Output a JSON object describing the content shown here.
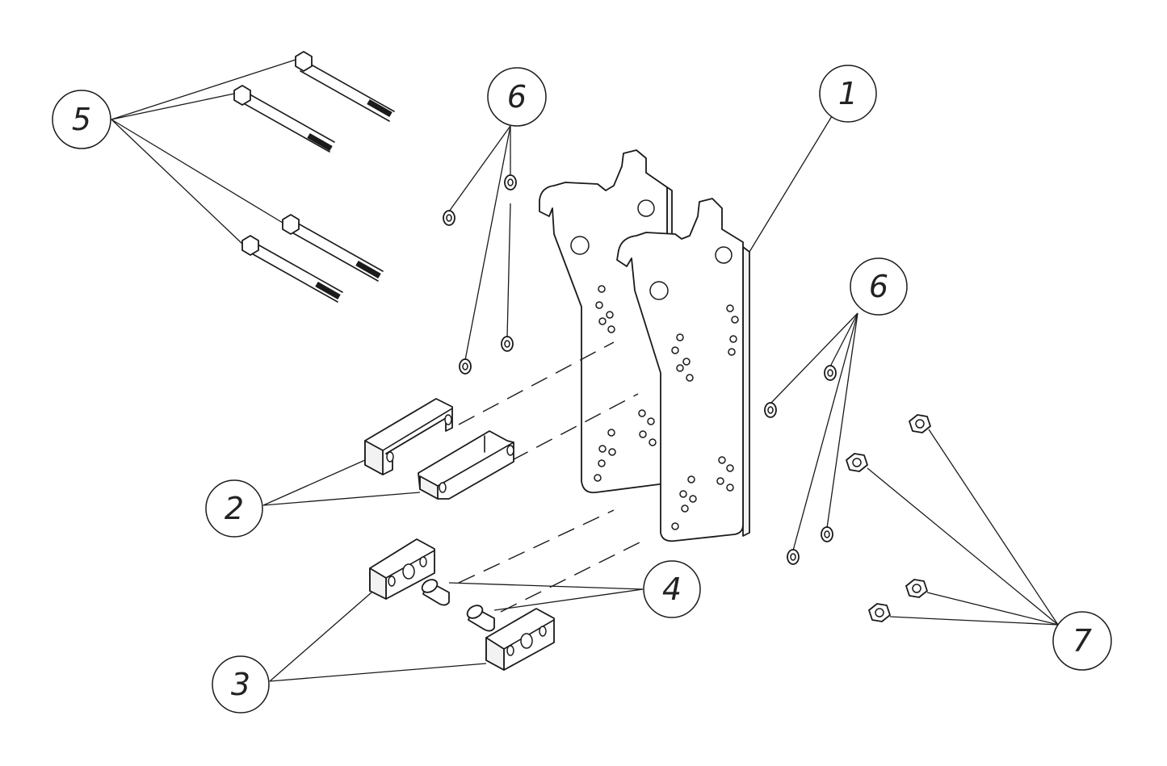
{
  "diagram": {
    "callouts": [
      {
        "id": "callout-1",
        "label": "1"
      },
      {
        "id": "callout-2",
        "label": "2"
      },
      {
        "id": "callout-3",
        "label": "3"
      },
      {
        "id": "callout-4",
        "label": "4"
      },
      {
        "id": "callout-5",
        "label": "5"
      },
      {
        "id": "callout-6a",
        "label": "6"
      },
      {
        "id": "callout-6b",
        "label": "6"
      },
      {
        "id": "callout-7",
        "label": "7"
      }
    ]
  }
}
